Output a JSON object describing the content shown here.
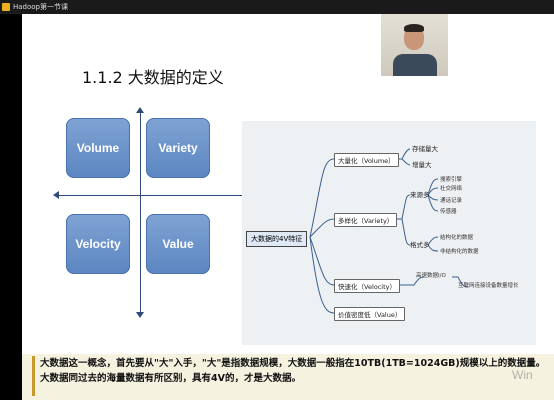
{
  "window": {
    "title": "Hadoop第一节课"
  },
  "slide": {
    "title": "1.1.2  大数据的定义",
    "quadrants": [
      "Volume",
      "Variety",
      "Velocity",
      "Value"
    ]
  },
  "mindmap": {
    "center": "大数据的4V特征",
    "branches": {
      "volume": "大量化（Volume）",
      "variety": "多样化（Variety）",
      "velocity": "快速化（Velocity）",
      "value": "价值密度低（Value）"
    },
    "volume_leaves": [
      "存储量大",
      "增量大"
    ],
    "variety_groups": {
      "source": "来源多",
      "format": "格式多"
    },
    "source_leaves": [
      "搜索引擎",
      "社交网络",
      "通话记录",
      "传感器"
    ],
    "format_leaves": [
      "结构化的数据",
      "非结构化的数据"
    ],
    "velocity_leaf": "高速数据I/O",
    "velocity_sub": "互联网连接设备数量增长"
  },
  "caption": {
    "text": "大数据这一概念，首先要从\"大\"入手，\"大\"是指数据规模，大数据一般指在10TB(1TB=1024GB)规模以上的数据量。大数据同过去的海量数据有所区别，具有4V的，才是大数据。"
  },
  "watermark": "Win"
}
